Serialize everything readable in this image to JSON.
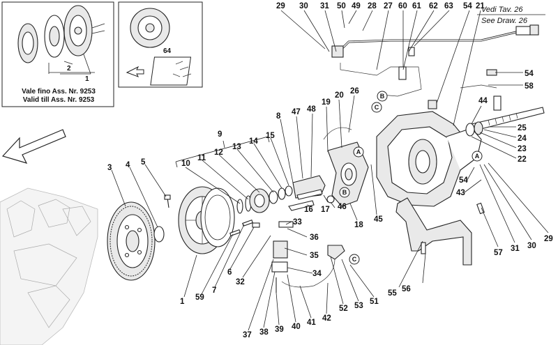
{
  "inset_left": {
    "note_line1": "Vale fino Ass. Nr. 9253",
    "note_line2": "Valid till Ass. Nr. 9253",
    "labels": [
      "2",
      "1"
    ]
  },
  "inset_right": {
    "labels": [
      "64"
    ]
  },
  "cross_ref": {
    "line1": "Vedi Tav. 26",
    "line2": "See Draw. 26"
  },
  "badges": {
    "a": "A",
    "b": "B",
    "c": "C"
  },
  "callouts": {
    "n29t": "29",
    "n30t": "30",
    "n31t": "31",
    "n50": "50",
    "n49": "49",
    "n28": "28",
    "n27": "27",
    "n60": "60",
    "n61": "61",
    "n62": "62",
    "n63": "63",
    "n54t": "54",
    "n21": "21",
    "n54r": "54",
    "n58": "58",
    "n44": "44",
    "n25": "25",
    "n24": "24",
    "n23": "23",
    "n22": "22",
    "n54m": "54",
    "n43": "43",
    "n29b": "29",
    "n30b": "30",
    "n31b": "31",
    "n57": "57",
    "n9": "9",
    "n8": "8",
    "n47": "47",
    "n48": "48",
    "n19": "19",
    "n20": "20",
    "n26": "26",
    "n10": "10",
    "n11": "11",
    "n12": "12",
    "n13": "13",
    "n14": "14",
    "n15": "15",
    "n3": "3",
    "n4": "4",
    "n5": "5",
    "n16": "16",
    "n17": "17",
    "n46": "46",
    "n18": "18",
    "n45": "45",
    "n33": "33",
    "n36": "36",
    "n35": "35",
    "n34": "34",
    "n32": "32",
    "n1": "1",
    "n59": "59",
    "n7": "7",
    "n6": "6",
    "n37": "37",
    "n38": "38",
    "n39": "39",
    "n40": "40",
    "n41": "41",
    "n42": "42",
    "n52": "52",
    "n53": "53",
    "n51": "51",
    "n55": "55",
    "n56": "56"
  }
}
